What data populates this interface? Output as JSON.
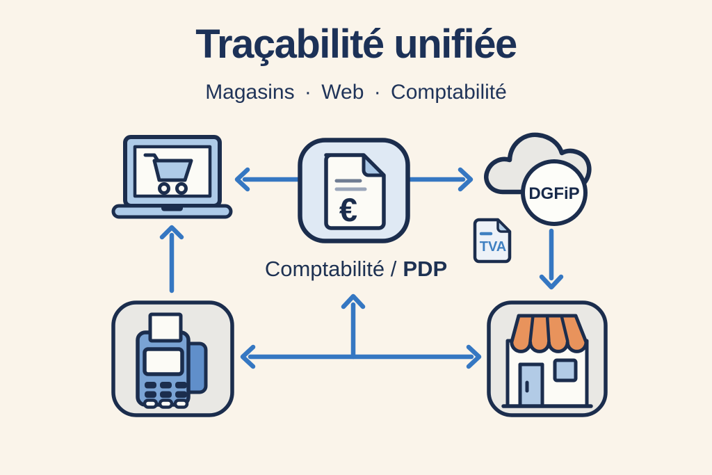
{
  "title": "Traçabilité unifiée",
  "subtitle": "Magasins · Web · Comptabilité",
  "caption": {
    "normal": "Comptabilité /",
    "bold": "PDP"
  },
  "labels": {
    "dgfip": "DGFiP",
    "tva": "TVA",
    "euro": "€"
  },
  "colors": {
    "background": "#faf4ea",
    "navy_outline": "#1b2d4d",
    "title_text": "#1c3157",
    "arrow_blue": "#3577c2",
    "light_blue": "#aecbe8",
    "panel_blue": "#dfe9f4",
    "panel_gray": "#e9e8e4",
    "awning_orange": "#e8935c",
    "terminal_blue": "#7aa3d4",
    "card_blue": "#608fca",
    "door_blue": "#b2cbe6",
    "tva_text_blue": "#3f80c1"
  },
  "diagram": {
    "nodes": [
      {
        "id": "web",
        "icon": "laptop-shopping-cart-icon"
      },
      {
        "id": "comptabilite_pdp",
        "icon": "invoice-euro-icon",
        "label": "Comptabilité / PDP"
      },
      {
        "id": "dgfip",
        "icon": "cloud-icon",
        "label": "DGFiP"
      },
      {
        "id": "tva_doc",
        "icon": "tva-document-icon",
        "label": "TVA"
      },
      {
        "id": "pos_terminal",
        "icon": "payment-terminal-icon"
      },
      {
        "id": "store",
        "icon": "storefront-icon"
      }
    ],
    "edges": [
      {
        "from": "comptabilite_pdp",
        "to": "web",
        "style": "single"
      },
      {
        "from": "comptabilite_pdp",
        "to": "dgfip",
        "style": "single"
      },
      {
        "from": "pos_terminal",
        "to": "web",
        "style": "single"
      },
      {
        "from": "dgfip",
        "to": "store",
        "style": "single"
      },
      {
        "between": [
          "pos_terminal",
          "store"
        ],
        "style": "double"
      },
      {
        "from": "pos_store_link",
        "to": "comptabilite_pdp",
        "style": "single"
      }
    ]
  }
}
